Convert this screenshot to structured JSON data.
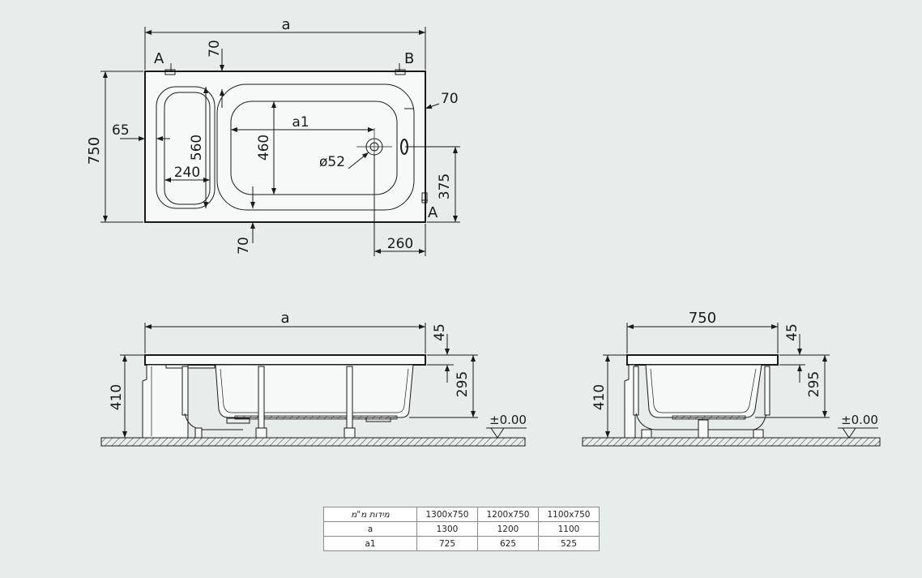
{
  "labels": {
    "a_top": "a",
    "a_side": "a",
    "a1": "a1",
    "section_A_top": "A",
    "section_B": "B",
    "section_A_bottom": "A",
    "dim_70_top": "70",
    "dim_70_right": "70",
    "dim_70_bottom": "70",
    "dim_65": "65",
    "dim_750_plan": "750",
    "dim_560": "560",
    "dim_240": "240",
    "dim_460": "460",
    "dim_drain": "ø52",
    "dim_375": "375",
    "dim_260": "260",
    "dim_45_side": "45",
    "dim_410_side": "410",
    "dim_295_side": "295",
    "level_side": "±0.00",
    "dim_750_end": "750",
    "dim_45_end": "45",
    "dim_410_end": "410",
    "dim_295_end": "295",
    "level_end": "±0.00"
  },
  "table": {
    "header": "מידות מ\"מ",
    "sizes": [
      "1300x750",
      "1200x750",
      "1100x750"
    ],
    "rows": [
      {
        "label": "a",
        "values": [
          "1300",
          "1200",
          "1100"
        ]
      },
      {
        "label": "a1",
        "values": [
          "725",
          "625",
          "525"
        ]
      }
    ]
  }
}
